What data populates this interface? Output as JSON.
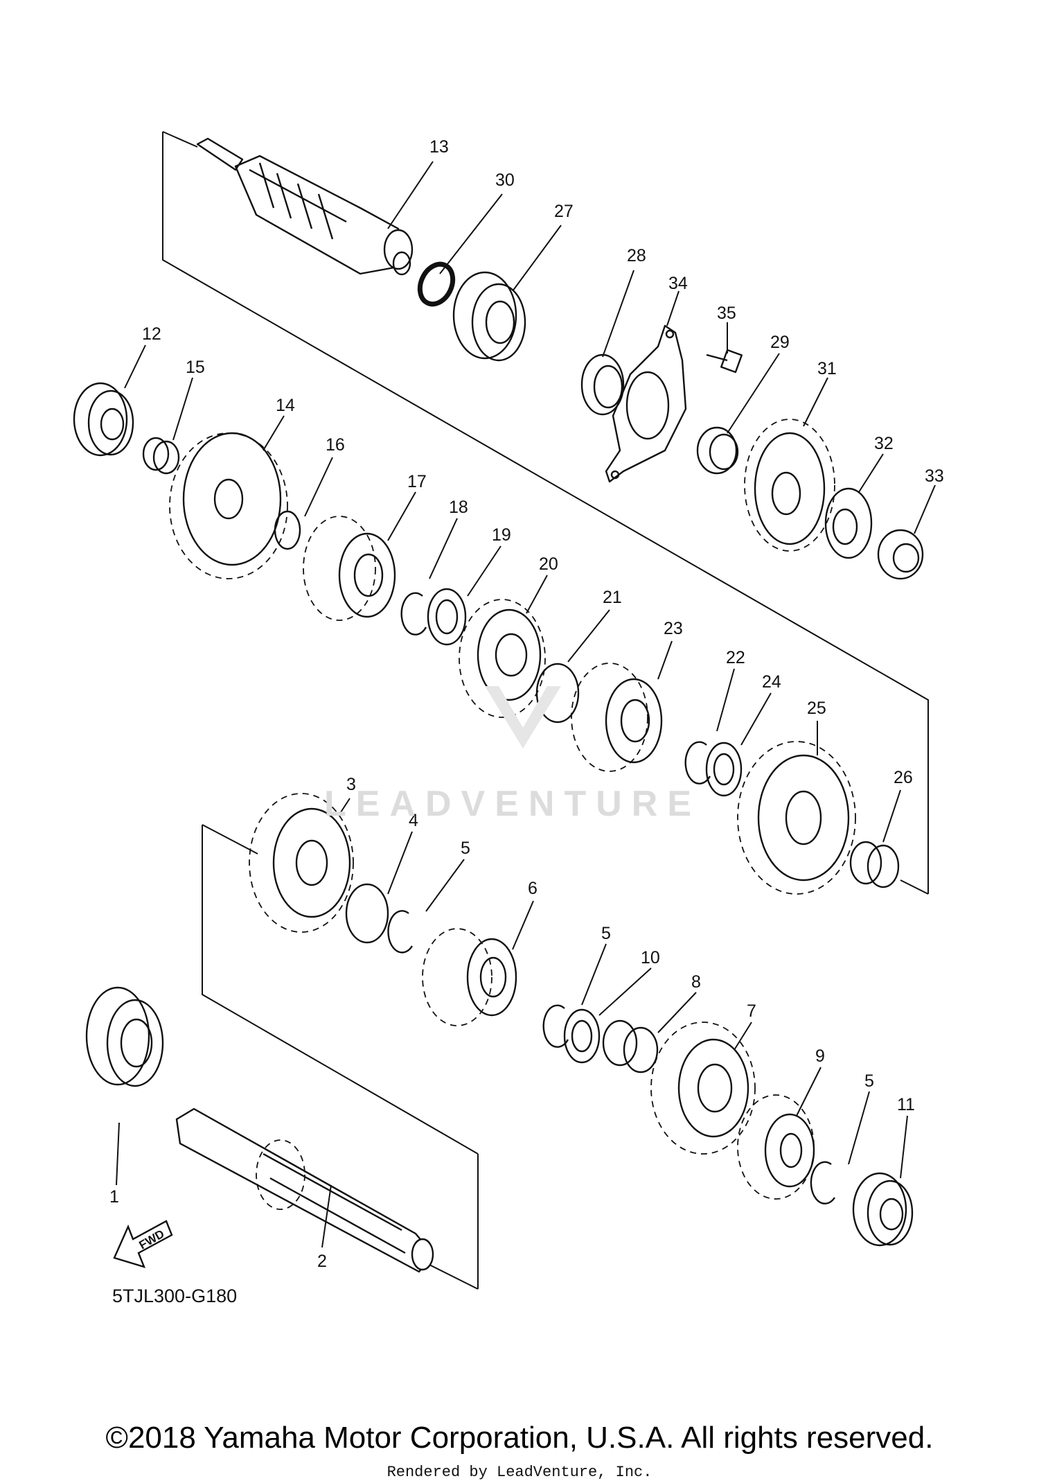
{
  "diagram_code": "5TJL300-G180",
  "fwd_label": "FWD",
  "watermark": "LEADVENTURE",
  "copyright": "©2018 Yamaha Motor Corporation, U.S.A. All rights reserved.",
  "rendered_by": "Rendered by LeadVenture, Inc.",
  "callouts": [
    "1",
    "2",
    "3",
    "4",
    "5",
    "6",
    "7",
    "8",
    "9",
    "10",
    "11",
    "12",
    "13",
    "14",
    "15",
    "16",
    "17",
    "18",
    "19",
    "20",
    "21",
    "22",
    "23",
    "24",
    "25",
    "26",
    "27",
    "28",
    "29",
    "30",
    "31",
    "32",
    "33",
    "34",
    "35",
    "5",
    "5"
  ]
}
